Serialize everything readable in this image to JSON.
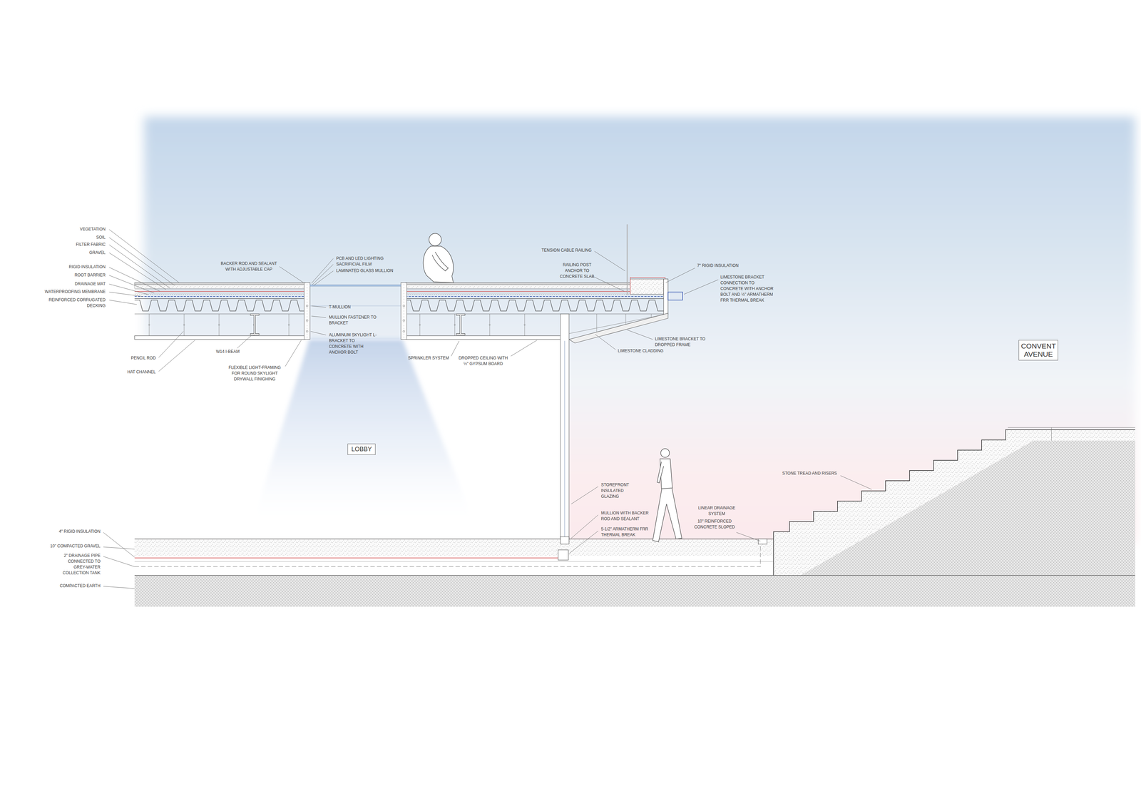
{
  "diagram": {
    "nodes": [
      {
        "text": [
          "LOBBY"
        ]
      },
      {
        "text": [
          "CONVENT AVENUE"
        ]
      }
    ],
    "edges": [],
    "labels": [
      "VEGETATION",
      "SOIL",
      "FILTER FABRIC",
      "GRAVEL",
      "RIGID INSULATION",
      "ROOT BARRIER",
      "DRAINAGE MAT",
      "WATERPROOFING MEMBRANE",
      "REINFORCED CORRUGATED DECKING",
      "BACKER ROD AND SEALANT WITH ADJUSTABLE CAP",
      "PCB AND LED LIGHTING",
      "SACRIFICIAL FILM",
      "LAMINATED GLASS MULLION",
      "T-MULLION",
      "MULLION FASTENER TO BRACKET",
      "ALUMINUM SKYLIGHT L-BRACKET TO CONCRETE WITH ANCHOR BOLT",
      "PENCIL ROD",
      "HAT CHANNEL",
      "W14 I-BEAM",
      "FLEXIBLE LIGHT-FRAMING FOR ROUND SKYLIGHT DRYWALL FINIGHING",
      "SPRINKLER SYSTEM",
      "DROPPED CEILING WITH ½\" GYPSUM BOARD",
      "TENSION CABLE RAILING",
      "RAILING POST ANCHOR TO CONCRETE SLAB",
      "LIMESTONE CLADDING",
      "LIMESTONE BRACKET TO DROPPED FRAME",
      "7\" RIGID INSULATION",
      "LIMESTONE BRACKET CONNECTION TO CONCRETE WITH ANCHOR BOLT AND ½\" ARMATHERM FRR THERMAL BREAK",
      "STONE TREAD AND RISERS",
      "STOREFRONT INSULATED GLAZING",
      "MULLION WITH BACKER ROD AND SEALANT",
      "5-1/2\" ARMATHERM FRR THERMAL BREAK",
      "LINEAR DRAINAGE SYSTEM",
      "10\" REINFORCED CONCRETE SLOPED",
      "4\" RIGID INSULATION",
      "10\" COMPACTED GRAVEL",
      "2\" DRAINAGE PIPE CONNECTED TO GREY-WATER COLLECTION TANK",
      "COMPACTED EARTH"
    ]
  }
}
